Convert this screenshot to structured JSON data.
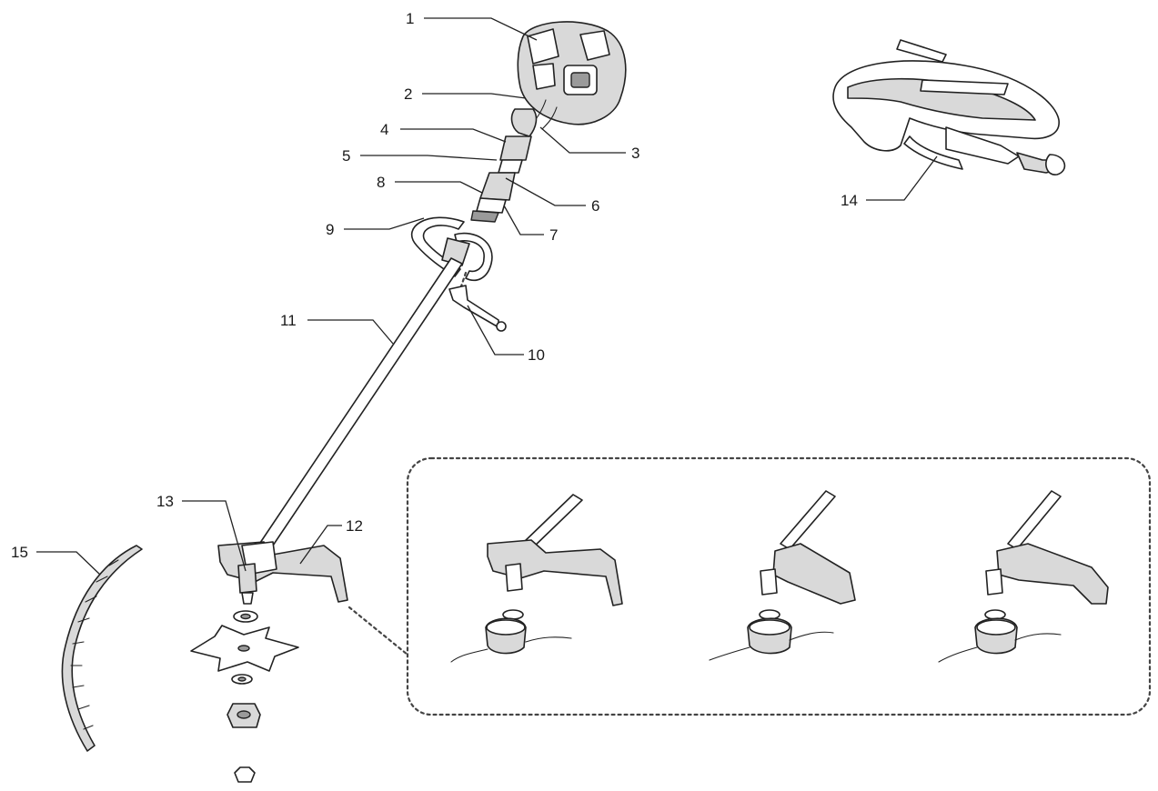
{
  "callouts": {
    "c1": "1",
    "c2": "2",
    "c3": "3",
    "c4": "4",
    "c5": "5",
    "c6": "6",
    "c7": "7",
    "c8": "8",
    "c9": "9",
    "c10": "10",
    "c11": "11",
    "c12": "12",
    "c13": "13",
    "c14": "14",
    "c15": "15"
  },
  "colors": {
    "line": "#222222",
    "fill": "#ffffff",
    "shade": "#d9d9d9"
  }
}
